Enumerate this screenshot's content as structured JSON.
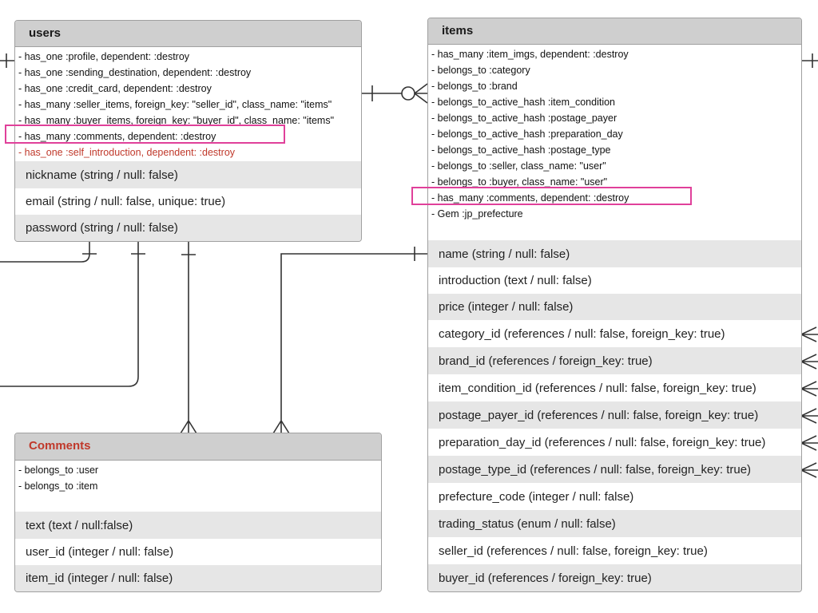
{
  "colors": {
    "header_bg": "#cfcfcf",
    "row_shade": "#e6e6e6",
    "highlight": "#e0409a",
    "new_item_red": "#c0392b",
    "line": "#333333"
  },
  "users": {
    "title": "users",
    "associations": [
      "- has_one :profile, dependent: :destroy",
      "- has_one :sending_destination, dependent: :destroy",
      "- has_one :credit_card, dependent: :destroy",
      "- has_many :seller_items, foreign_key: \"seller_id\", class_name: \"items\"",
      "- has_many :buyer_items, foreign_key: \"buyer_id\", class_name: \"items\"",
      "- has_many :comments, dependent: :destroy",
      "- has_one :self_introduction, dependent: :destroy"
    ],
    "fields": [
      "nickname (string / null: false)",
      "email (string / null: false, unique: true)",
      "password (string / null: false)"
    ]
  },
  "items": {
    "title": "items",
    "associations": [
      "- has_many :item_imgs, dependent: :destroy",
      "- belongs_to :category",
      "- belongs_to :brand",
      "- belongs_to_active_hash :item_condition",
      "- belongs_to_active_hash :postage_payer",
      "- belongs_to_active_hash :preparation_day",
      "- belongs_to_active_hash :postage_type",
      "- belongs_to :seller, class_name: \"user\"",
      "- belongs_to :buyer, class_name: \"user\"",
      "- has_many :comments, dependent: :destroy",
      "- Gem :jp_prefecture"
    ],
    "fields": [
      "name (string / null: false)",
      "introduction (text / null: false)",
      "price (integer / null: false)",
      "category_id (references / null: false, foreign_key: true)",
      "brand_id (references / foreign_key: true)",
      "item_condition_id (references / null: false, foreign_key: true)",
      "postage_payer_id (references / null: false, foreign_key: true)",
      "preparation_day_id (references / null: false, foreign_key: true)",
      "postage_type_id (references / null: false, foreign_key: true)",
      "prefecture_code (integer / null: false)",
      "trading_status (enum / null: false)",
      "seller_id (references / null: false, foreign_key: true)",
      "buyer_id (references / foreign_key: true)"
    ]
  },
  "comments": {
    "title": "Comments",
    "associations": [
      "-  belongs_to  :user",
      "-  belongs_to  :item"
    ],
    "fields": [
      "text (text / null:false)",
      "user_id (integer / null: false)",
      "item_id (integer / null: false)"
    ]
  }
}
